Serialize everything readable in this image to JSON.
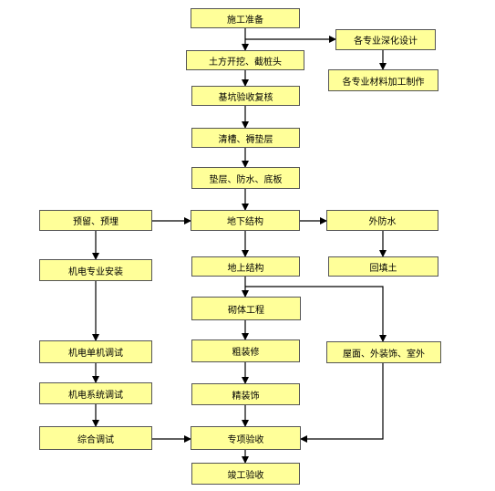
{
  "nodes": {
    "prep": "施工准备",
    "deepen": "各专业深化设计",
    "material": "各专业材料加工制作",
    "earth": "土方开挖、截桩头",
    "pit_check": "基坑验收复核",
    "clean": "清槽、褥垫层",
    "base": "垫层、防水、底板",
    "reserve": "预留、预埋",
    "underground": "地下结构",
    "ext_waterproof": "外防水",
    "mep_install": "机电专业安装",
    "above": "地上结构",
    "backfill": "回填土",
    "masonry": "砌体工程",
    "mep_single": "机电单机调试",
    "rough": "粗装修",
    "roof": "屋面、外装饰、室外",
    "mep_system": "机电系统调试",
    "fine": "精装饰",
    "integrated": "综合调试",
    "special": "专项验收",
    "completion": "竣工验收"
  }
}
